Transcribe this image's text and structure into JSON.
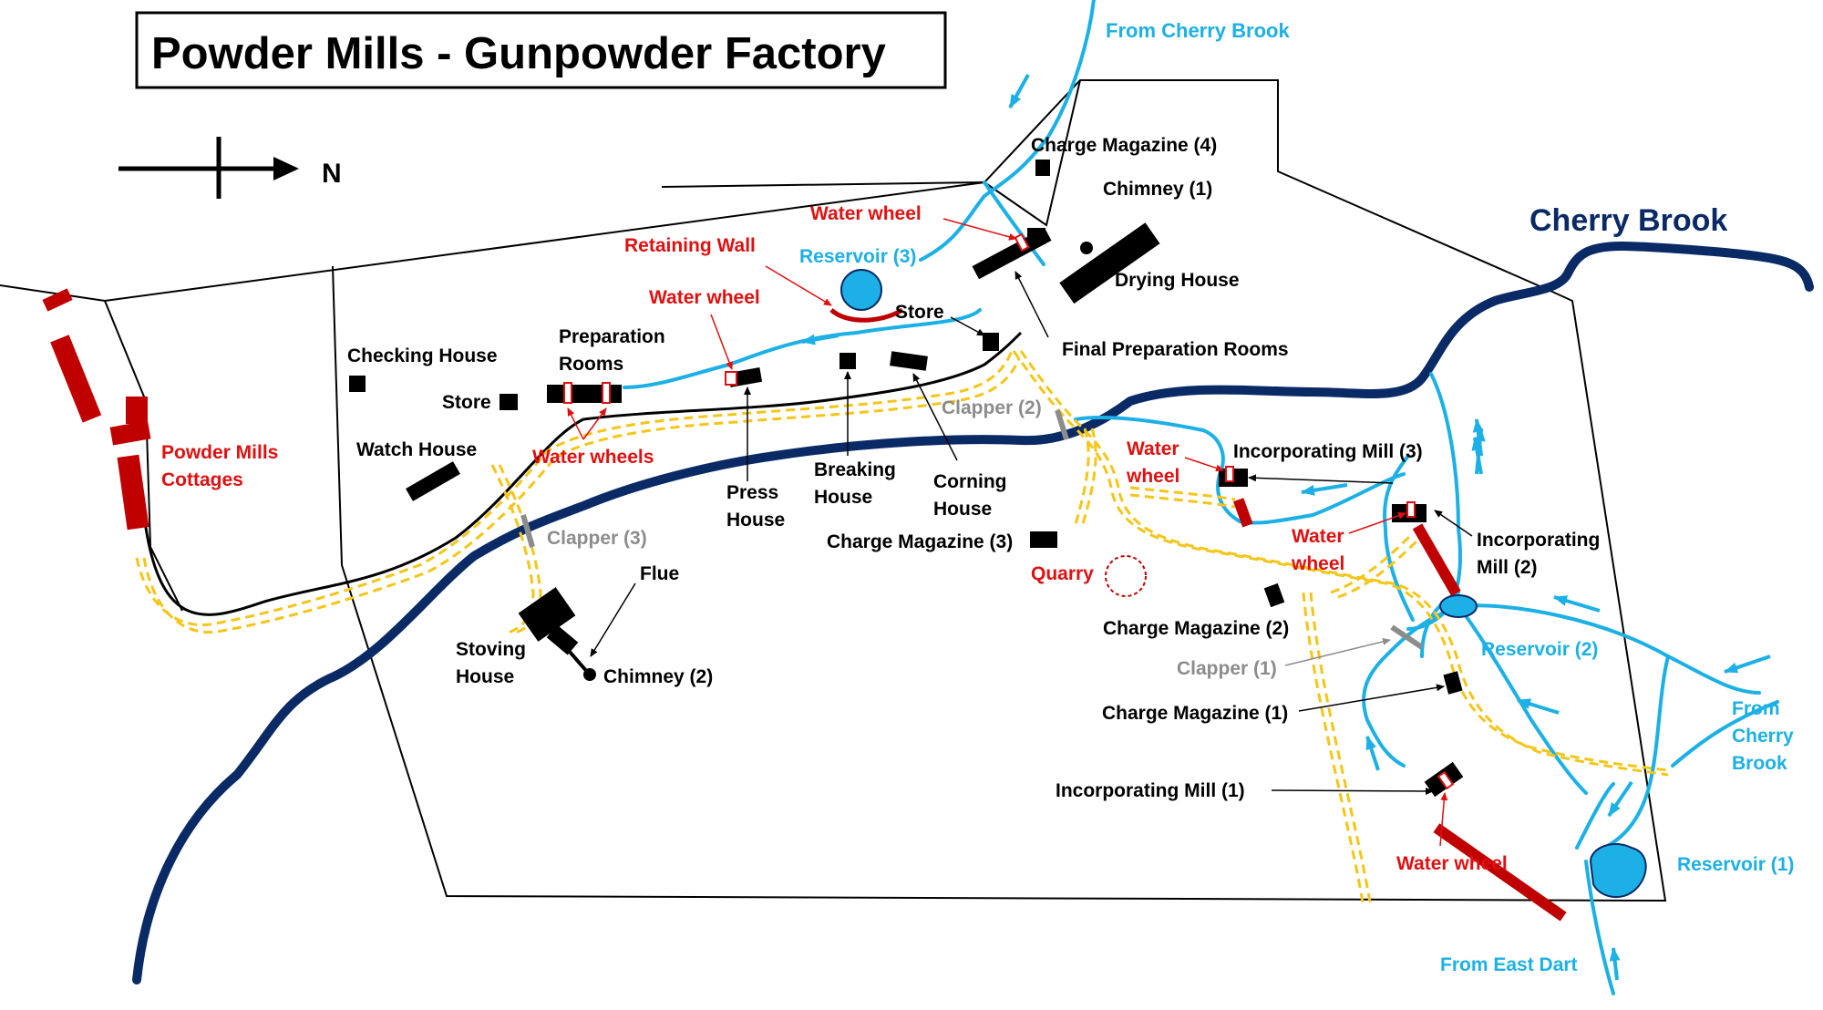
{
  "title": "Powder Mills - Gunpowder Factory",
  "north_label": "N",
  "colors": {
    "stream": "#1cb0e6",
    "river": "#0a2a66",
    "red": "#c00000",
    "red_text": "#e01010",
    "track": "#f5c518",
    "grey": "#8c8c8c",
    "black": "#000000"
  },
  "labels": {
    "from_cherry_brook_top": "From Cherry Brook",
    "charge_magazine_4": "Charge Magazine (4)",
    "chimney_1": "Chimney (1)",
    "water_wheel_top": "Water wheel",
    "retaining_wall": "Retaining Wall",
    "reservoir_3": "Reservoir (3)",
    "cherry_brook": "Cherry Brook",
    "drying_house": "Drying House",
    "water_wheel_prep": "Water wheel",
    "store_upper": "Store",
    "final_preparation_rooms": "Final Preparation Rooms",
    "checking_house": "Checking House",
    "preparation_rooms_1": "Preparation",
    "preparation_rooms_2": "Rooms",
    "store_left": "Store",
    "clapper_2": "Clapper (2)",
    "watch_house": "Watch House",
    "water_wheels": "Water wheels",
    "powder_mills_cottages_1": "Powder Mills",
    "powder_mills_cottages_2": "Cottages",
    "water_wheel_inc3_1": "Water",
    "water_wheel_inc3_2": "wheel",
    "incorporating_mill_3": "Incorporating Mill (3)",
    "breaking_house_1": "Breaking",
    "breaking_house_2": "House",
    "corning_house_1": "Corning",
    "corning_house_2": "House",
    "press_house_1": "Press",
    "press_house_2": "House",
    "clapper_3": "Clapper (3)",
    "water_wheel_inc2_1": "Water",
    "water_wheel_inc2_2": "wheel",
    "incorporating_mill_2_1": "Incorporating",
    "incorporating_mill_2_2": "Mill (2)",
    "charge_magazine_3": "Charge Magazine (3)",
    "quarry": "Quarry",
    "flue": "Flue",
    "charge_magazine_2": "Charge Magazine (2)",
    "reservoir_2": "Reservoir (2)",
    "stoving_house_1": "Stoving",
    "stoving_house_2": "House",
    "chimney_2": "Chimney (2)",
    "clapper_1": "Clapper (1)",
    "charge_magazine_1": "Charge Magazine (1)",
    "from_cherry_brook_right_1": "From",
    "from_cherry_brook_right_2": "Cherry",
    "from_cherry_brook_right_3": "Brook",
    "incorporating_mill_1": "Incorporating Mill (1)",
    "water_wheel_inc1": "Water wheel",
    "reservoir_1": "Reservoir (1)",
    "from_east_dart": "From East Dart"
  }
}
